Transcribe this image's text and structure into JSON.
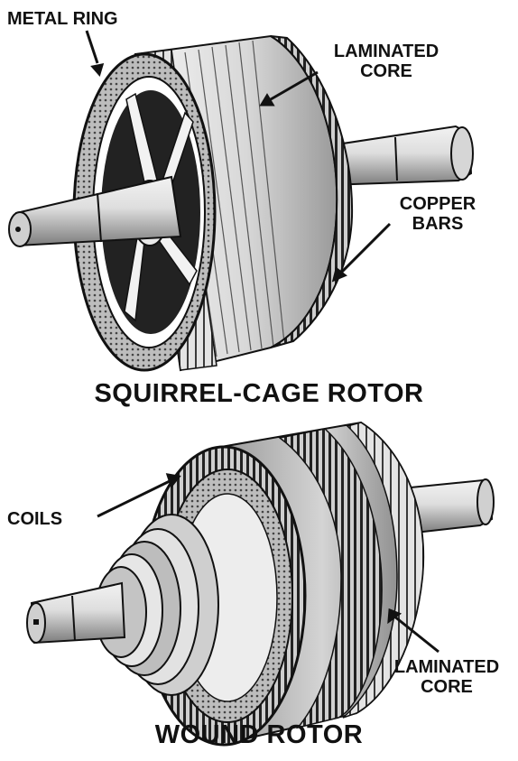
{
  "top": {
    "title": "SQUIRREL-CAGE ROTOR",
    "labels": {
      "metal_ring": "METAL RING",
      "laminated_core_1": "LAMINATED",
      "laminated_core_2": "CORE",
      "copper_bars_1": "COPPER",
      "copper_bars_2": "BARS"
    }
  },
  "bottom": {
    "title": "WOUND ROTOR",
    "labels": {
      "coils": "COILS",
      "laminated_core_1": "LAMINATED",
      "laminated_core_2": "CORE"
    }
  },
  "colors": {
    "ink": "#111111",
    "shaft_light": "#e8e8e8",
    "shaft_dark": "#8a8a8a",
    "core_light": "#dcdcdc",
    "core_dark": "#4a4a4a"
  }
}
